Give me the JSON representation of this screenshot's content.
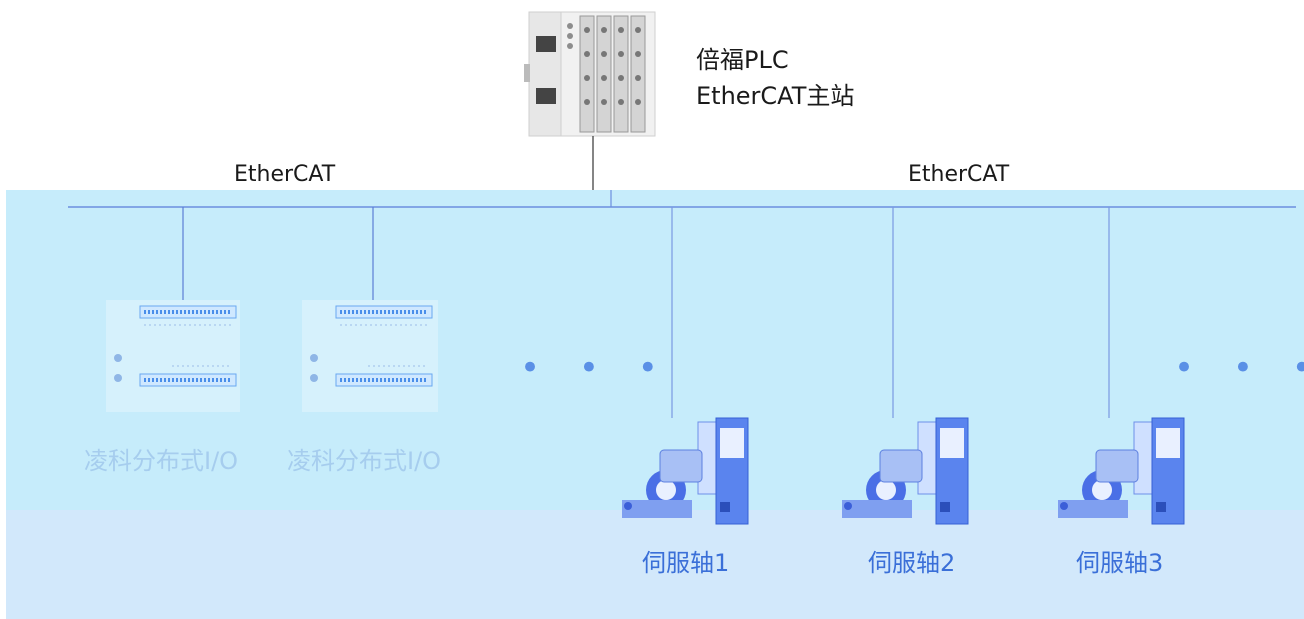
{
  "master": {
    "title_line1": "倍福PLC",
    "title_line2": "EtherCAT主站"
  },
  "bus": {
    "left_label": "EtherCAT",
    "right_label": "EtherCAT"
  },
  "io_nodes": [
    {
      "label": "凌科分布式I/O"
    },
    {
      "label": "凌科分布式I/O"
    }
  ],
  "servo_nodes": [
    {
      "label": "伺服轴1"
    },
    {
      "label": "伺服轴2"
    },
    {
      "label": "伺服轴3"
    }
  ],
  "ellipsis": "• • •",
  "colors": {
    "top_panel": "#c6ecfb",
    "bottom_panel": "#d2e8fb",
    "bus_line": "#6b8fe0",
    "servo_label": "#3a6fd8",
    "io_label": "#a6cdee"
  }
}
